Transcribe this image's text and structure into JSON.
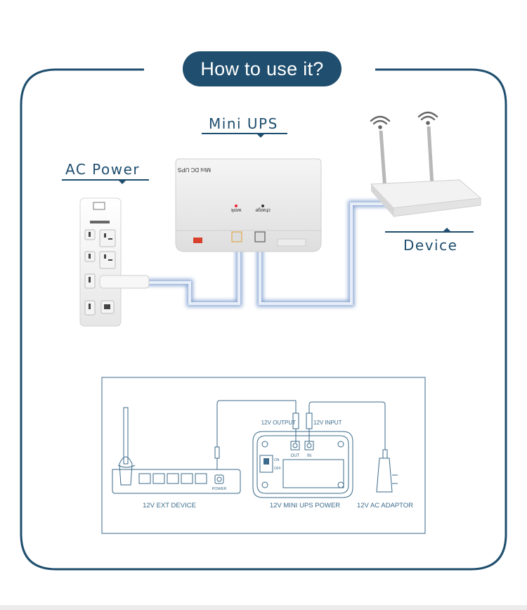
{
  "header": {
    "title": "How to use it?"
  },
  "photo_labels": {
    "ac_power": "AC Power",
    "mini_ups": "Mini UPS",
    "device": "Device",
    "ups_brand_text": "Mini DC UPS",
    "ups_work": "work",
    "ups_charge": "charge"
  },
  "wiring": {
    "output_label": "12V OUTPUT",
    "input_label": "12V INPUT",
    "out_port": "OUT",
    "in_port": "IN",
    "on_label": "ON",
    "off_label": "OFF",
    "power_label": "POWER",
    "ext_device_caption": "12V EXT DEVICE",
    "ups_caption": "12V MINI UPS POWER",
    "adaptor_caption": "12V AC ADAPTOR"
  },
  "colors": {
    "brand": "#1f4e6e",
    "line": "#3b6a8a",
    "cable_glow": "#6f93c9"
  }
}
